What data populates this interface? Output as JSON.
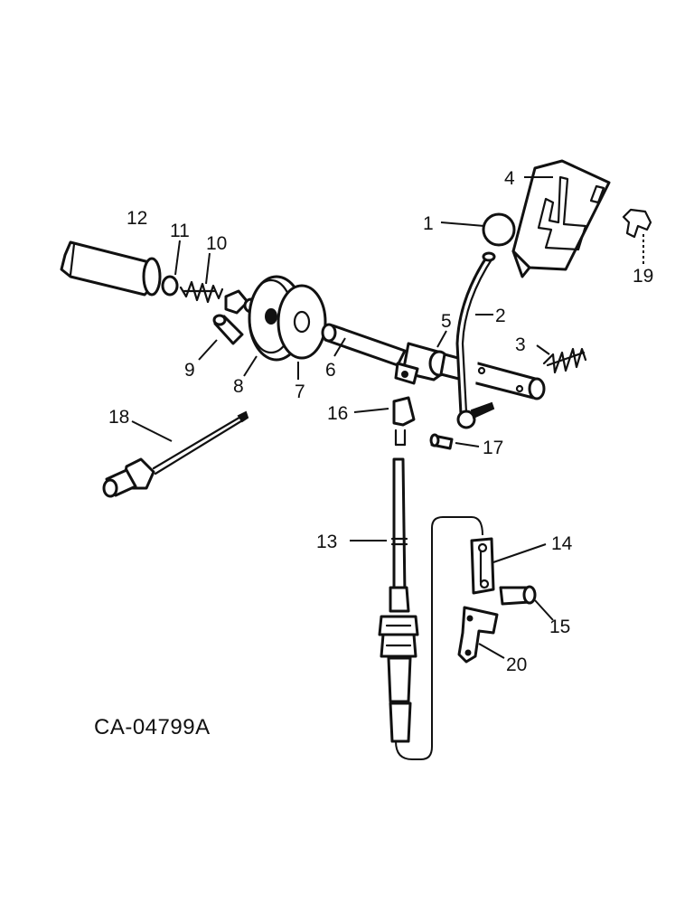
{
  "figure": {
    "reference_code": "CA-04799A",
    "callouts": {
      "c1": "1",
      "c2": "2",
      "c3": "3",
      "c4": "4",
      "c5": "5",
      "c6": "6",
      "c7": "7",
      "c8": "8",
      "c9": "9",
      "c10": "10",
      "c11": "11",
      "c12": "12",
      "c13": "13",
      "c14": "14",
      "c15": "15",
      "c16": "16",
      "c17": "17",
      "c18": "18",
      "c19": "19",
      "c20": "20"
    }
  }
}
